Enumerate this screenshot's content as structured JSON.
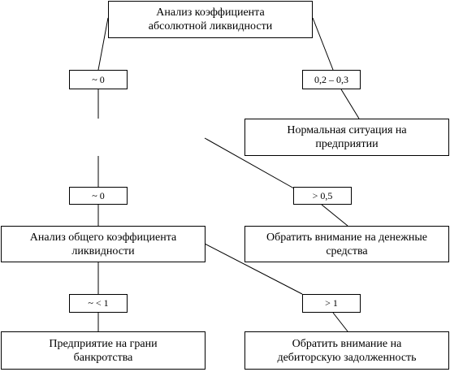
{
  "nodes": {
    "root": [
      "Анализ коэффициента",
      "абсолютной ликвидности"
    ],
    "normal": [
      "Нормальная ситуация на",
      "предприятии"
    ],
    "cash": [
      "Обратить внимание на денежные",
      "средства"
    ],
    "general": [
      "Анализ общего коэффициента",
      "ликвидности"
    ],
    "bankrupt": [
      "Предприятие на грани",
      "банкротства"
    ],
    "receivables": [
      "Обратить внимание на",
      "дебиторскую задолженность"
    ]
  },
  "labels": {
    "l1": "~ 0",
    "l2": "0,2 – 0,3",
    "l3": "~ 0",
    "l4": "> 0,5",
    "l5": "~ < 1",
    "l6": "> 1"
  }
}
